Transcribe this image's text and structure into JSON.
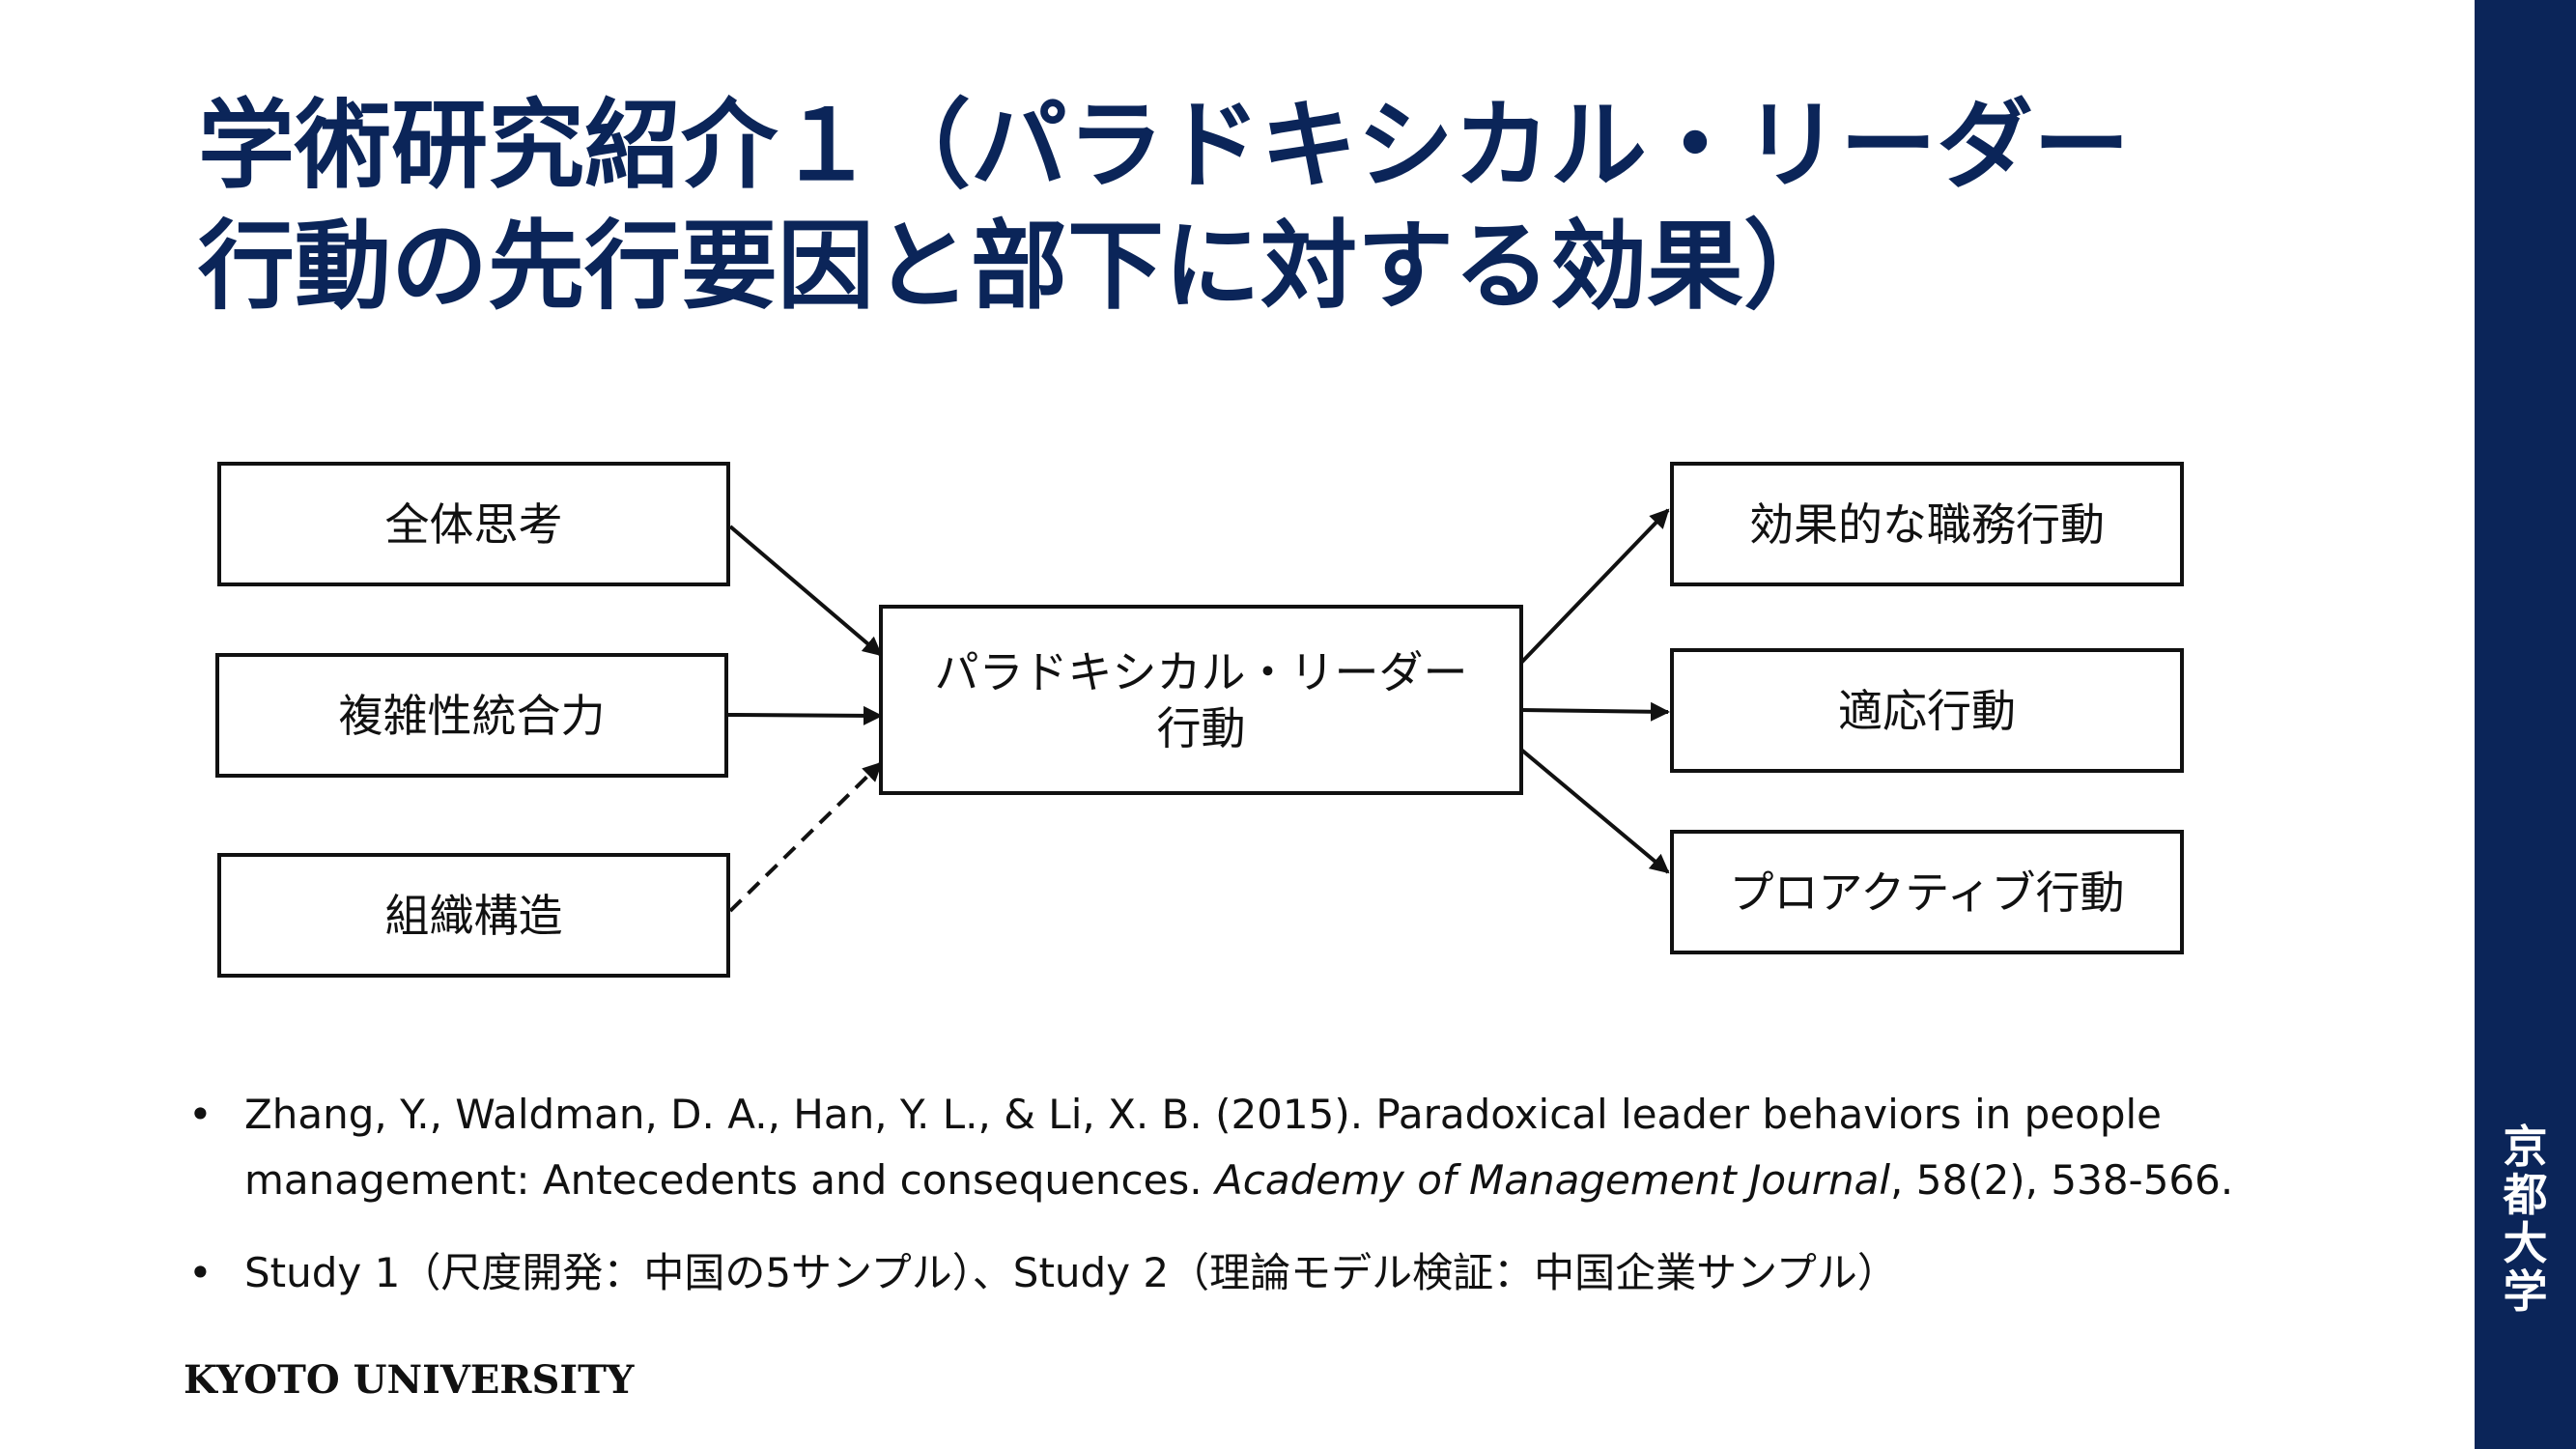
{
  "slide": {
    "title_line1": "学術研究紹介１（パラドキシカル・リーダー",
    "title_line2": "行動の先行要因と部下に対する効果）",
    "side_text": [
      "京",
      "都",
      "大",
      "学"
    ],
    "footer": "KYOTO UNIVERSITY",
    "colors": {
      "navy": "#0b2559",
      "ink": "#111111"
    }
  },
  "diagram": {
    "antecedents": [
      "全体思考",
      "複雑性統合力",
      "組織構造"
    ],
    "center": [
      "パラドキシカル・リーダー",
      "行動"
    ],
    "outcomes": [
      "効果的な職務行動",
      "適応行動",
      "プロアクティブ行動"
    ]
  },
  "references": {
    "ref1_before": "Zhang, Y., Waldman, D. A., Han, Y. L., & Li, X. B. (2015). Paradoxical leader behaviors in people management: Antecedents and consequences. ",
    "ref1_journal": "Academy of Management Journal",
    "ref1_after": ", 58(2), 538-566.",
    "ref2": "Study 1（尺度開発：中国の5サンプル）、Study 2（理論モデル検証：中国企業サンプル）"
  }
}
